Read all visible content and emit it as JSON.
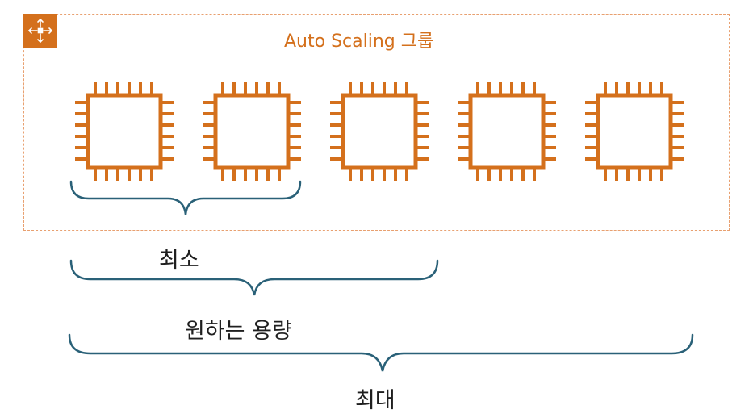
{
  "group": {
    "title": "Auto Scaling 그룹",
    "icon": "auto-scaling-icon",
    "accent_color": "#d4701c",
    "border_color": "#e8a070",
    "border_style": "dashed"
  },
  "instances": [
    {
      "icon": "ec2-instance-chip-icon"
    },
    {
      "icon": "ec2-instance-chip-icon"
    },
    {
      "icon": "ec2-instance-chip-icon"
    },
    {
      "icon": "ec2-instance-chip-icon"
    },
    {
      "icon": "ec2-instance-chip-icon"
    }
  ],
  "capacity": {
    "min_label": "최소",
    "desired_label": "원하는 용량",
    "max_label": "최대",
    "min_instances": 2,
    "desired_instances": 3,
    "max_instances": 5,
    "brace_color": "#2a6178"
  }
}
